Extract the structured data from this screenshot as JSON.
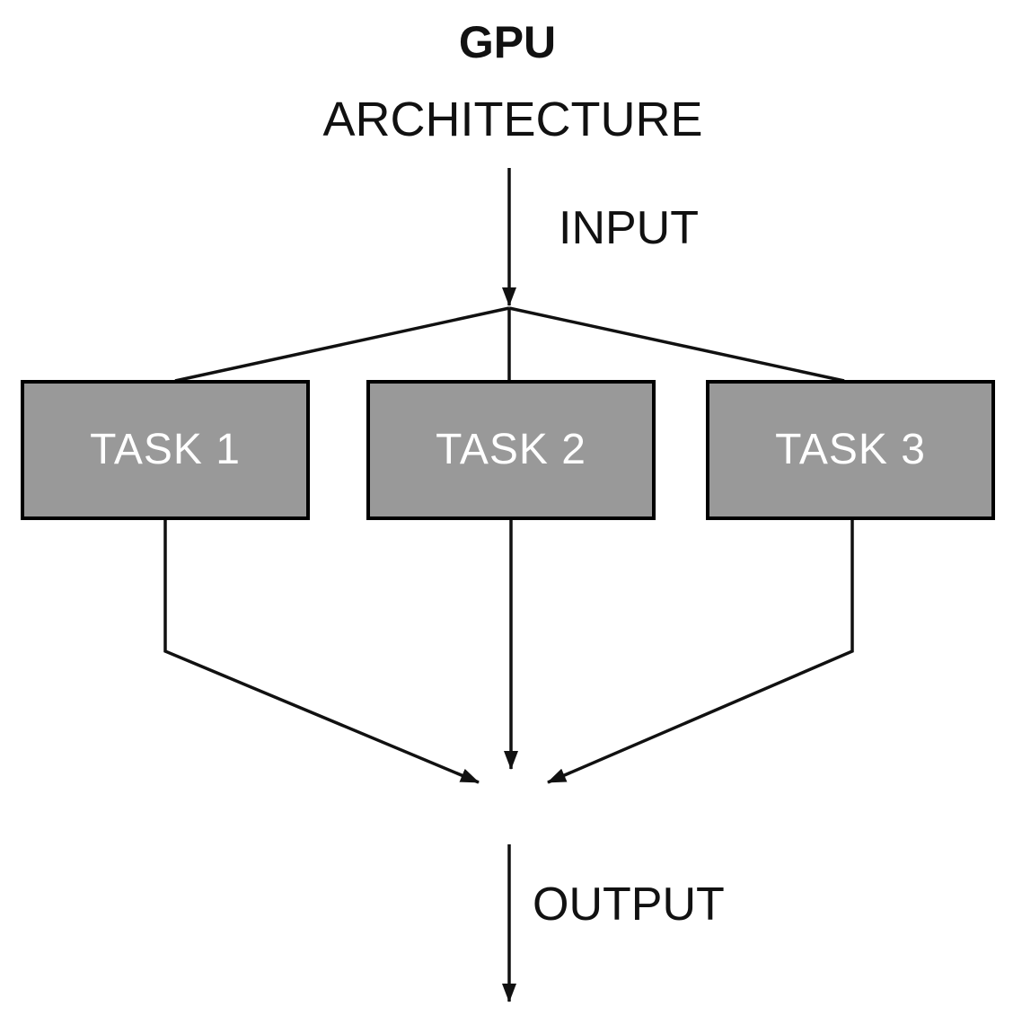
{
  "diagram": {
    "title": {
      "line1": "GPU",
      "line2": "ARCHITECTURE"
    },
    "labels": {
      "input": "INPUT",
      "output": "OUTPUT"
    },
    "nodes": [
      {
        "id": "task-1",
        "label": "TASK 1"
      },
      {
        "id": "task-2",
        "label": "TASK 2"
      },
      {
        "id": "task-3",
        "label": "TASK 3"
      }
    ],
    "edges": [
      {
        "from": "title",
        "to": "split-point",
        "label": "INPUT",
        "arrowhead": true
      },
      {
        "from": "split-point",
        "to": "task-1",
        "arrowhead": false
      },
      {
        "from": "split-point",
        "to": "task-2",
        "arrowhead": false
      },
      {
        "from": "split-point",
        "to": "task-3",
        "arrowhead": false
      },
      {
        "from": "task-1",
        "to": "merge-point",
        "arrowhead": true
      },
      {
        "from": "task-2",
        "to": "merge-point",
        "arrowhead": true
      },
      {
        "from": "task-3",
        "to": "merge-point",
        "arrowhead": true
      },
      {
        "from": "merge-point",
        "to": "end",
        "label": "OUTPUT",
        "arrowhead": true
      }
    ],
    "icons": [
      {
        "name": "arrow-down-icon",
        "meaning": "flow direction marker"
      }
    ],
    "colors": {
      "bg": "#ffffff",
      "text": "#111111",
      "line": "#111111",
      "box_fill": "#999999",
      "box_border": "#000000",
      "box_text": "#ffffff"
    }
  }
}
